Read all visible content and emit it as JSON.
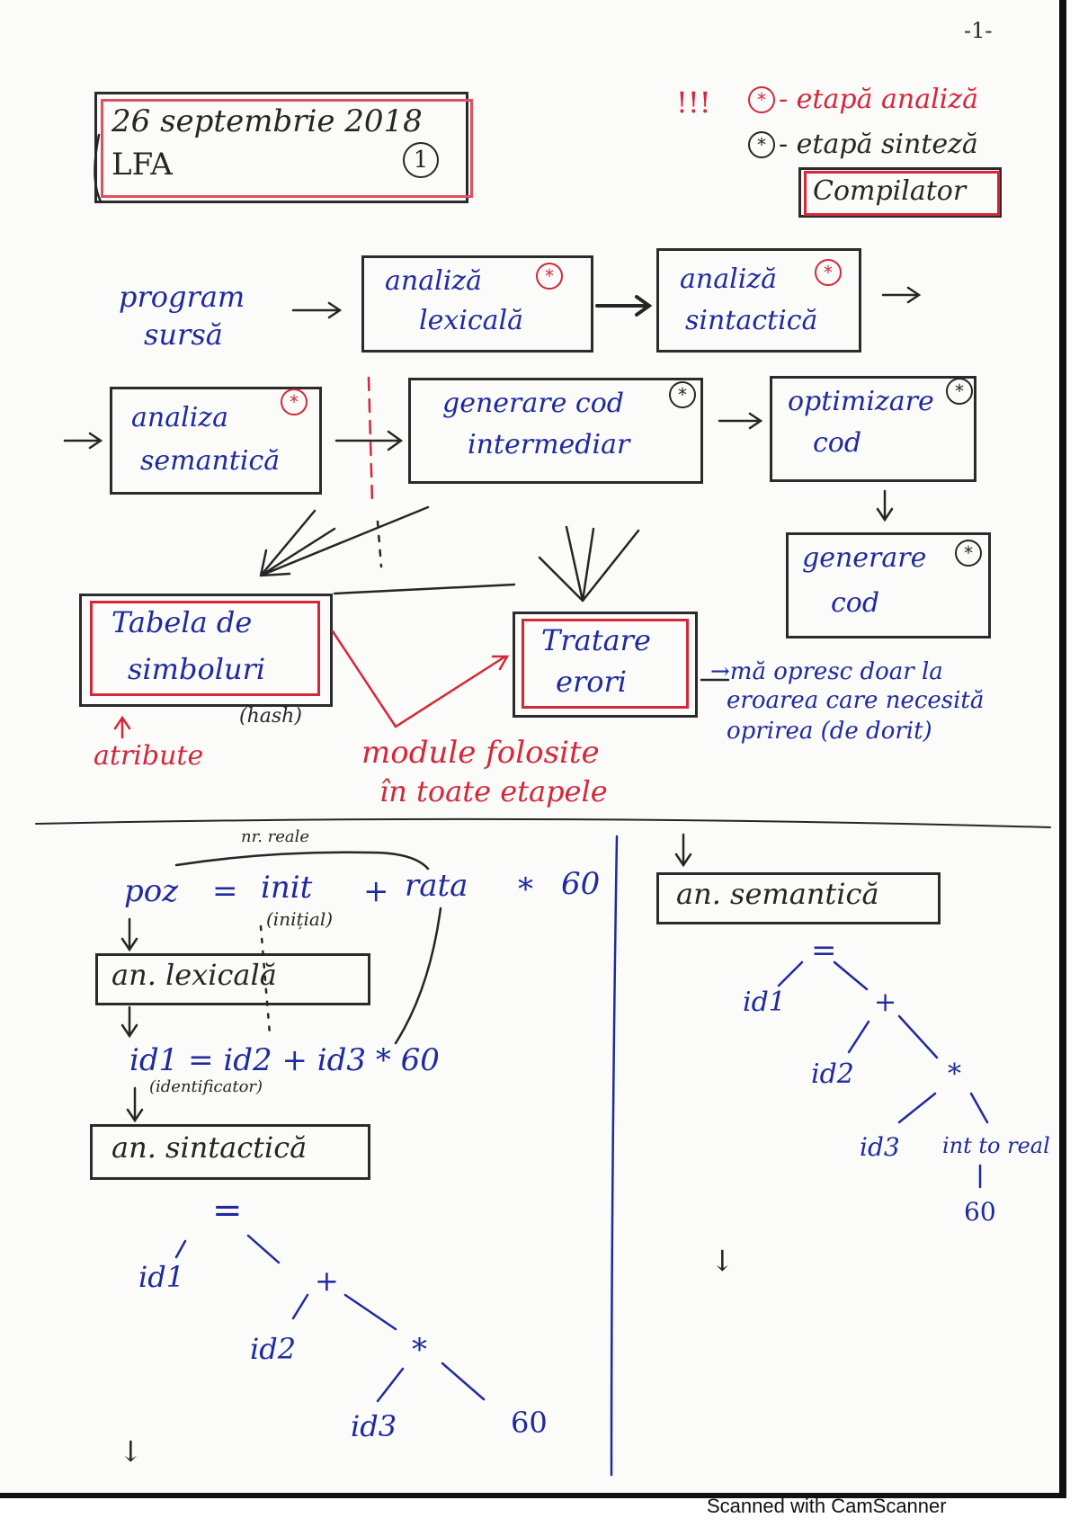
{
  "header": {
    "page_number": "-1-",
    "date": "26 septembrie 2018",
    "course": "LFA",
    "lecture_number": "1",
    "legend_marks": "!!!",
    "legend_analysis": "- etapă analiză",
    "legend_synthesis": "- etapă sinteză",
    "topic": "Compilator"
  },
  "pipeline": {
    "source_line1": "program",
    "source_line2": "sursă",
    "lexical": [
      "analiză",
      "lexicală"
    ],
    "syntactic": [
      "analiză",
      "sintactică"
    ],
    "semantic": [
      "analiza",
      "semantică"
    ],
    "intermediate": [
      "generare cod",
      "intermediar"
    ],
    "optimizer": [
      "optimizare",
      "cod"
    ],
    "codegen": [
      "generare",
      "cod"
    ],
    "symbol_table": [
      "Tabela de",
      "simboluri"
    ],
    "hash_note": "(hash)",
    "error_handler": [
      "Tratare",
      "erori"
    ],
    "attributes": "atribute",
    "modules_note": [
      "module folosite",
      "în toate etapele"
    ],
    "error_note": [
      "→mă opresc doar la",
      "eroarea care necesită",
      "oprirea (de dorit)"
    ]
  },
  "example": {
    "label_above": "nr. reale",
    "expression": [
      "poz",
      "=",
      "init",
      "+",
      "rata",
      "*",
      "60"
    ],
    "init_note": "(inițial)",
    "lexical_box": "an. lexicală",
    "tokens": "id1 = id2 + id3 * 60",
    "id_note": "(identificator)",
    "syntactic_box": "an. sintactică",
    "tree_left": {
      "root": "=",
      "n1": "id1",
      "n2": "+",
      "n3": "id2",
      "n4": "*",
      "n5": "id3",
      "n6": "60"
    },
    "semantic_box": "an. semantică",
    "tree_right": {
      "root": "=",
      "n1": "id1",
      "n2": "+",
      "n3": "id2",
      "n4": "*",
      "n5": "id3",
      "n6": "int to real",
      "n7": "60"
    },
    "down_arrow": "↓"
  },
  "footer": {
    "scanner": "Scanned with CamScanner"
  }
}
